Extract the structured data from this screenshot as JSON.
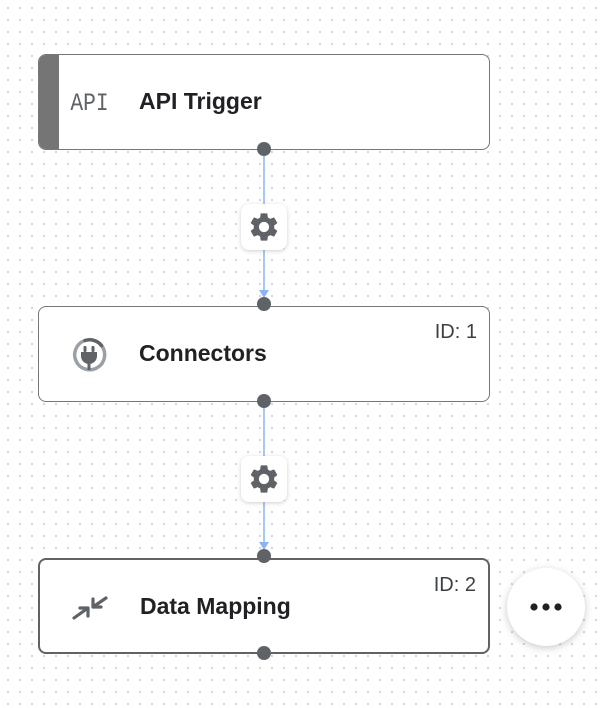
{
  "canvas": {
    "nodes": [
      {
        "label": "API Trigger",
        "icon_text": "API",
        "icon": "api-icon"
      },
      {
        "label": "Connectors",
        "id_label": "ID: 1",
        "icon": "connector-plug-icon"
      },
      {
        "label": "Data Mapping",
        "id_label": "ID: 2",
        "icon": "data-mapping-arrows-icon"
      }
    ],
    "edges": [
      {
        "from": "API Trigger",
        "to": "Connectors",
        "icon": "gear-icon"
      },
      {
        "from": "Connectors",
        "to": "Data Mapping",
        "icon": "gear-icon"
      }
    ],
    "more_button_icon": "more-horiz-icon"
  },
  "colors": {
    "edge": "#8ab4f8",
    "port": "#5f6368",
    "node_border": "#74777b",
    "accent": "#757575"
  }
}
